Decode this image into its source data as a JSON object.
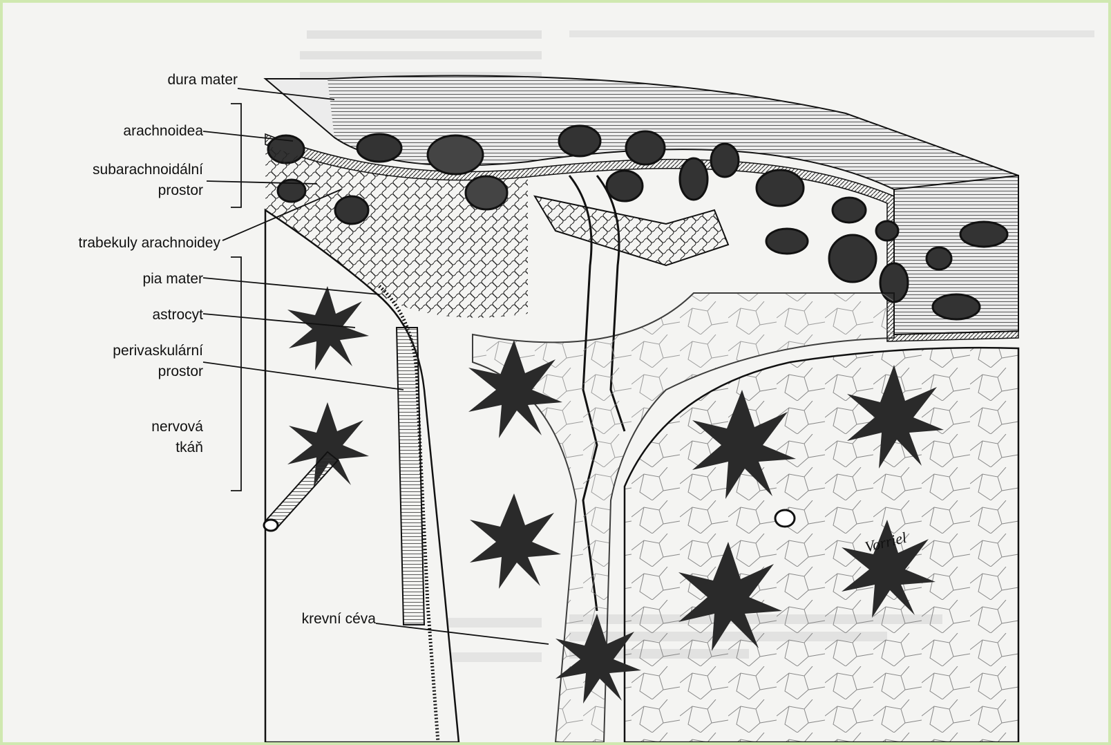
{
  "labels": {
    "dura_mater": "dura mater",
    "arachnoidea": "arachnoidea",
    "subarachnoid_1": "subarachnoidální",
    "subarachnoid_2": "prostor",
    "trabeculae": "trabekuly arachnoidey",
    "pia_mater": "pia mater",
    "astrocyte": "astrocyt",
    "perivascular_1": "perivaskulární",
    "perivascular_2": "prostor",
    "nerve_tissue_1": "nervová",
    "nerve_tissue_2": "tkáň",
    "blood_vessel": "krevní céva"
  },
  "signature": "Vorriel",
  "colors": {
    "frame_border": "#cfe8b0",
    "paper": "#f4f4f2",
    "ink": "#111111",
    "bleed_text": "#b9b9b9"
  }
}
